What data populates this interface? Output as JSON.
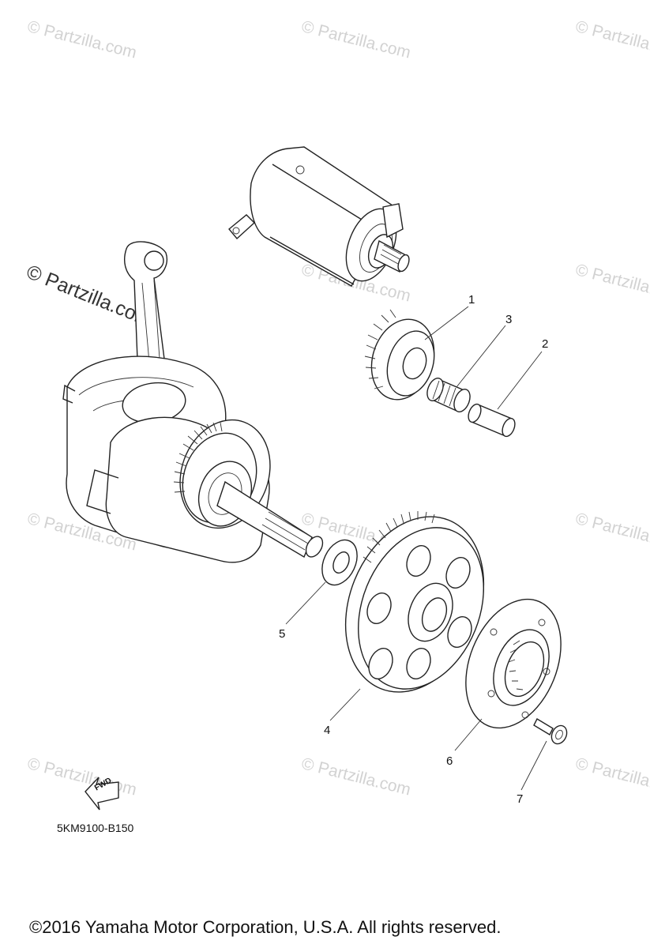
{
  "watermarks": [
    "© Partzilla.com",
    "© Partzilla.com",
    "© Partzilla.com",
    "© Partzilla.com",
    "© Partzilla.com",
    "© Partzilla.com",
    "© Partzilla.com",
    "© Partzilla.com",
    "© Partzilla.com",
    "© Partzilla.com",
    "© Partzilla.com",
    "© Partzilla.com"
  ],
  "callouts": [
    "1",
    "2",
    "3",
    "4",
    "5",
    "6",
    "7"
  ],
  "fwd_label": "FWD",
  "diagram_code": "5KM9100-B150",
  "copyright": "©2016  Yamaha Motor Corporation, U.S.A. All rights reserved."
}
